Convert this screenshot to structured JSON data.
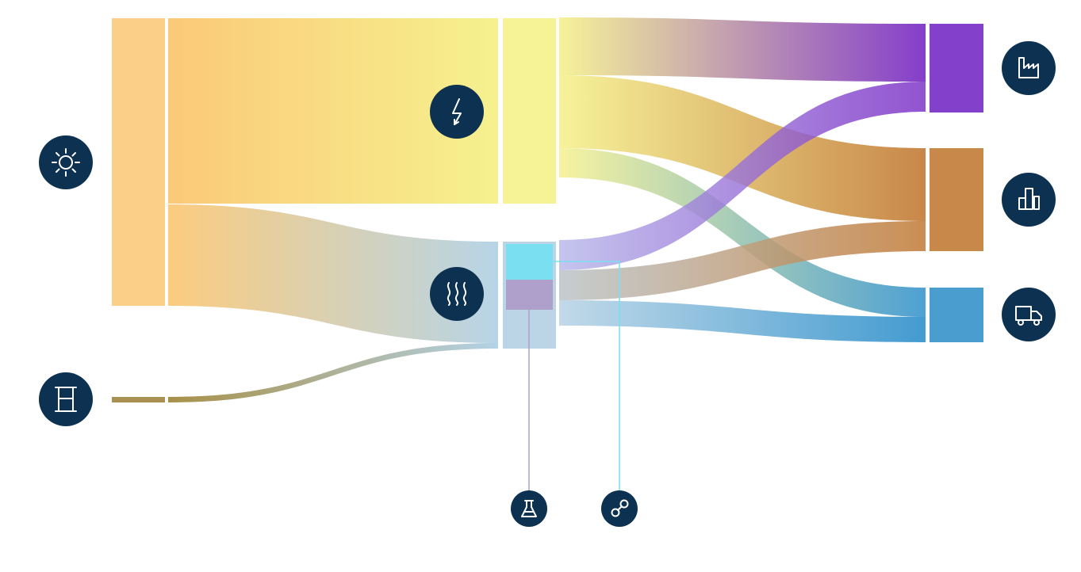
{
  "diagram": {
    "type": "sankey",
    "title": "",
    "nodes": [
      {
        "id": "solar",
        "icon": "sun-icon",
        "color": "#FBCF87"
      },
      {
        "id": "fuel",
        "icon": "barrel-icon",
        "color": "#A89150"
      },
      {
        "id": "electricity",
        "icon": "lightning-icon",
        "color": "#F6F397"
      },
      {
        "id": "heat",
        "icon": "heat-waves-icon",
        "color": "#BBD5E6"
      },
      {
        "id": "chemical",
        "icon": "flask-icon",
        "color": "#AE9FCB"
      },
      {
        "id": "hydrogen",
        "icon": "molecule-icon",
        "color": "#7ADFF1"
      },
      {
        "id": "industry",
        "icon": "factory-icon",
        "color": "#8340CB"
      },
      {
        "id": "buildings",
        "icon": "buildings-icon",
        "color": "#C7884A"
      },
      {
        "id": "transport",
        "icon": "truck-icon",
        "color": "#4A9ECF"
      }
    ],
    "links": [
      {
        "source": "solar",
        "target": "electricity",
        "value": 234
      },
      {
        "source": "solar",
        "target": "heat",
        "value": 128
      },
      {
        "source": "fuel",
        "target": "heat",
        "value": 7
      },
      {
        "source": "electricity",
        "target": "industry",
        "value": 73
      },
      {
        "source": "electricity",
        "target": "buildings",
        "value": 92
      },
      {
        "source": "electricity",
        "target": "transport",
        "value": 37
      },
      {
        "source": "heat",
        "target": "industry",
        "value": 38
      },
      {
        "source": "heat",
        "target": "buildings",
        "value": 38
      },
      {
        "source": "heat",
        "target": "transport",
        "value": 52
      }
    ],
    "heat_components": [
      {
        "id": "hydrogen",
        "value": 45,
        "color": "#7ADFF1"
      },
      {
        "id": "chemical",
        "value": 38,
        "color": "#AE9FCB"
      }
    ],
    "icon_circle_color": "#0C3151"
  }
}
